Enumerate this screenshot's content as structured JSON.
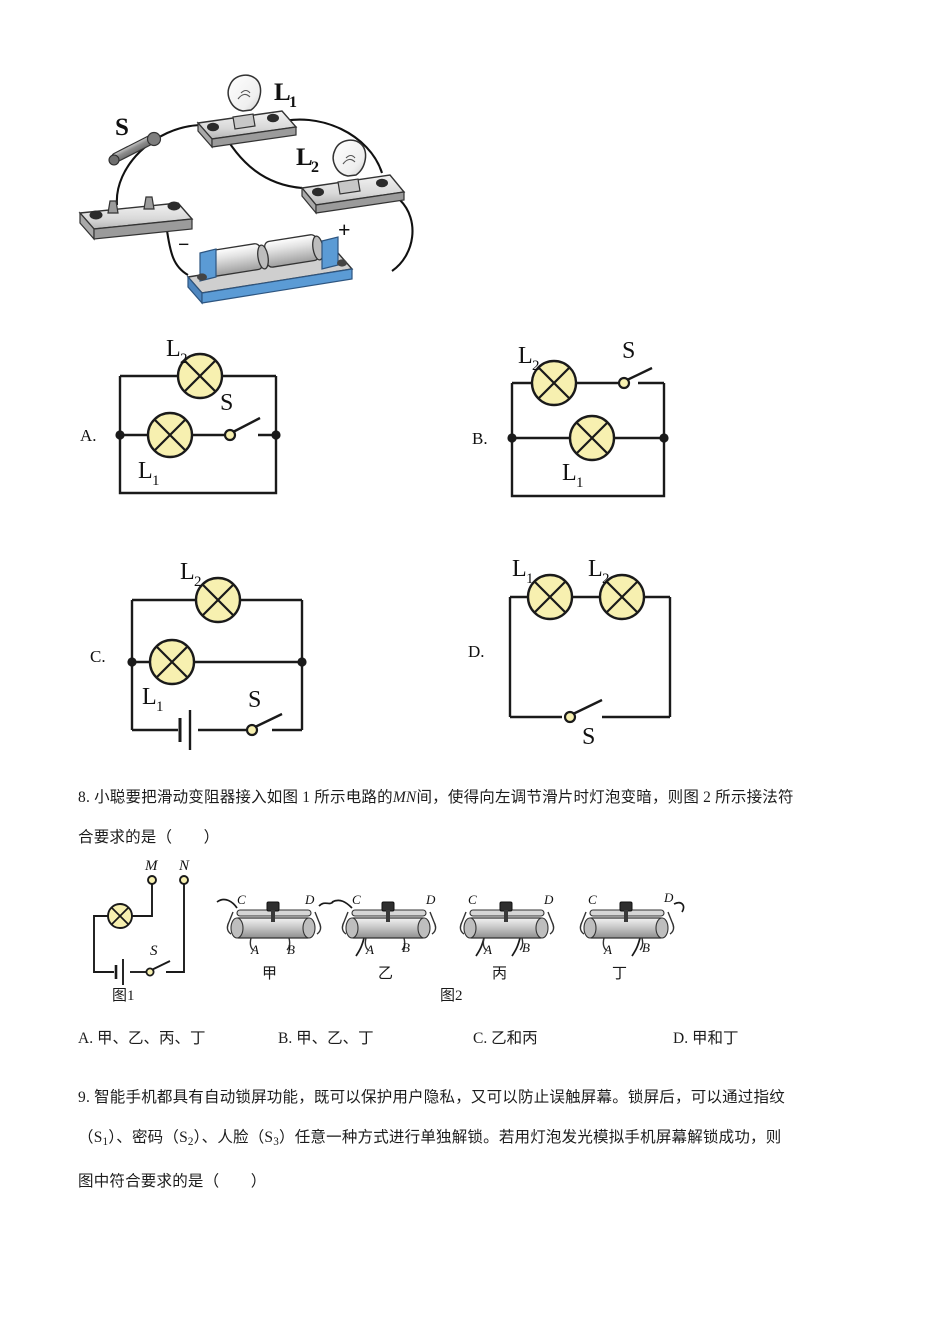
{
  "figure_top": {
    "name": "physical-circuit-photo",
    "labels": {
      "lamp1": "L",
      "lamp1_sub": "1",
      "lamp2": "L",
      "lamp2_sub": "2",
      "switch": "S",
      "battery_minus": "−",
      "battery_plus": "+"
    }
  },
  "question7_options": [
    {
      "key": "A.",
      "lamp_top": {
        "label": "L",
        "sub": "2"
      },
      "lamp_mid": {
        "label": "L",
        "sub": "1"
      },
      "switch": "S",
      "layout": "L2 top branch; L1 with switch S on middle branch; nodes at left and right"
    },
    {
      "key": "B.",
      "lamp_top": {
        "label": "L",
        "sub": "2"
      },
      "lamp_mid": {
        "label": "L",
        "sub": "1"
      },
      "switch": "S",
      "layout": "L2 and switch S on top branch; L1 on middle branch"
    },
    {
      "key": "C.",
      "lamp_top": {
        "label": "L",
        "sub": "2"
      },
      "lamp_mid": {
        "label": "L",
        "sub": "1"
      },
      "switch": "S",
      "layout": "L2 top branch; L1 middle branch; battery and switch S on bottom branch"
    },
    {
      "key": "D.",
      "lamp_left": {
        "label": "L",
        "sub": "1"
      },
      "lamp_right": {
        "label": "L",
        "sub": "2"
      },
      "switch": "S",
      "layout": "L1 and L2 in series on top; switch S on bottom"
    }
  ],
  "question8": {
    "number": "8.",
    "line1": "小聪要把滑动变阻器接入如图 1 所示电路的",
    "line1_italic": "MN",
    "line1_cont": "间，使得向左调节滑片时灯泡变暗，则图 2 所示接法符",
    "line2": "合要求的是（　　）",
    "fig1_caption": "图1",
    "fig2_caption": "图2",
    "fig1_terminals": {
      "m": "M",
      "n": "N",
      "switch": "S"
    },
    "rheostats": [
      {
        "caption": "甲",
        "terminals": [
          "C",
          "D",
          "A",
          "B"
        ],
        "connected": [
          "C",
          "D"
        ]
      },
      {
        "caption": "乙",
        "terminals": [
          "C",
          "D",
          "A",
          "B"
        ],
        "connected": [
          "C",
          "A"
        ]
      },
      {
        "caption": "丙",
        "terminals": [
          "C",
          "D",
          "A",
          "B"
        ],
        "connected": [
          "A",
          "B"
        ]
      },
      {
        "caption": "丁",
        "terminals": [
          "C",
          "D",
          "A",
          "B"
        ],
        "connected": [
          "B",
          "D"
        ]
      }
    ],
    "options": [
      {
        "key": "A.",
        "text": "甲、乙、丙、丁"
      },
      {
        "key": "B.",
        "text": "甲、乙、丁"
      },
      {
        "key": "C.",
        "text": "乙和丙"
      },
      {
        "key": "D.",
        "text": "甲和丁"
      }
    ]
  },
  "question9": {
    "number": "9.",
    "line1": "智能手机都具有自动锁屏功能，既可以保护用户隐私，又可以防止误触屏幕。锁屏后，可以通过指纹",
    "line2_a": "（S",
    "line2_sub1": "1",
    "line2_b": "）、密码（S",
    "line2_sub2": "2",
    "line2_c": "）、人脸（S",
    "line2_sub3": "3",
    "line2_d": "）任意一种方式进行单独解锁。若用灯泡发光模拟手机屏幕解锁成功，则",
    "line3": "图中符合要求的是（　　）"
  },
  "colors": {
    "lamp_fill": "#F7F0B0",
    "wire": "#1a1a1a",
    "battery_base": "#5B9BD5",
    "metal_light": "#EDEDED",
    "metal_mid": "#BFBFBF",
    "metal_dark": "#8A8A8A",
    "text": "#1c1c1c"
  }
}
